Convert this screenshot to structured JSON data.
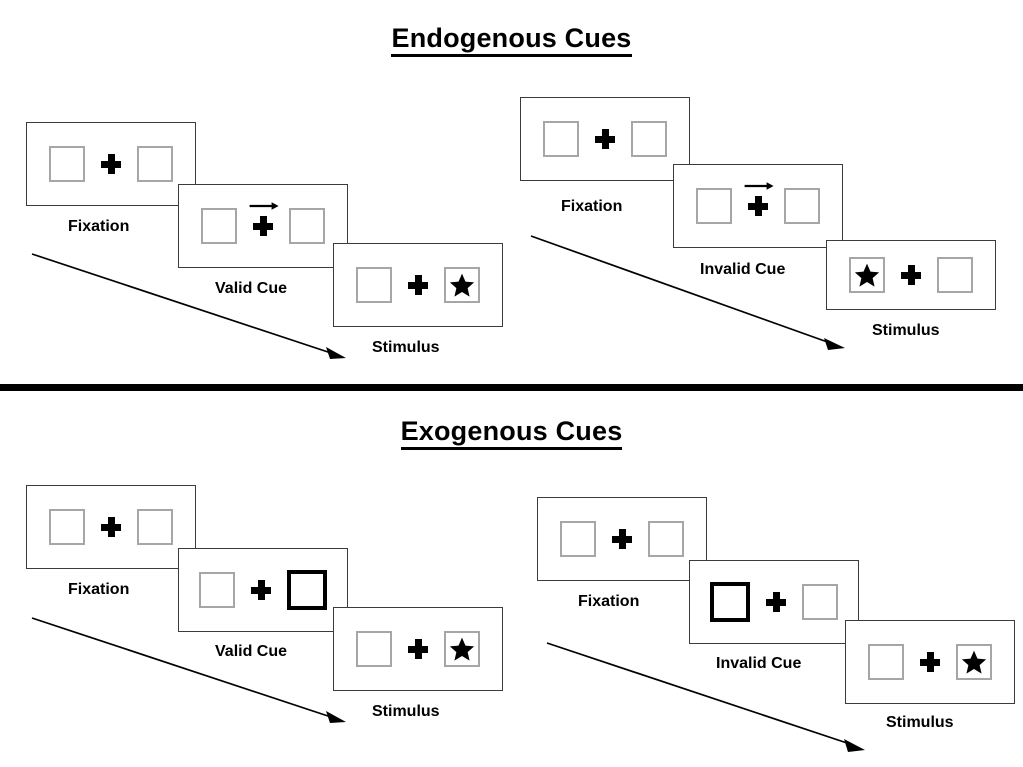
{
  "sections": [
    {
      "id": "endogenous",
      "title": "Endogenous Cues",
      "columns": [
        {
          "id": "endogenous-valid",
          "steps": [
            {
              "caption": "Fixation",
              "left_content": "empty",
              "right_content": "empty",
              "cue": "none",
              "cued_side": "none"
            },
            {
              "caption": "Valid Cue",
              "left_content": "empty",
              "right_content": "empty",
              "cue": "arrow-right",
              "cued_side": "none"
            },
            {
              "caption": "Stimulus",
              "left_content": "empty",
              "right_content": "star",
              "cue": "none",
              "cued_side": "none"
            }
          ]
        },
        {
          "id": "endogenous-invalid",
          "steps": [
            {
              "caption": "Fixation",
              "left_content": "empty",
              "right_content": "empty",
              "cue": "none",
              "cued_side": "none"
            },
            {
              "caption": "Invalid Cue",
              "left_content": "empty",
              "right_content": "empty",
              "cue": "arrow-right",
              "cued_side": "none"
            },
            {
              "caption": "Stimulus",
              "left_content": "star",
              "right_content": "empty",
              "cue": "none",
              "cued_side": "none"
            }
          ]
        }
      ]
    },
    {
      "id": "exogenous",
      "title": "Exogenous Cues",
      "columns": [
        {
          "id": "exogenous-valid",
          "steps": [
            {
              "caption": "Fixation",
              "left_content": "empty",
              "right_content": "empty",
              "cue": "none",
              "cued_side": "none"
            },
            {
              "caption": "Valid Cue",
              "left_content": "empty",
              "right_content": "empty",
              "cue": "box-highlight",
              "cued_side": "right"
            },
            {
              "caption": "Stimulus",
              "left_content": "empty",
              "right_content": "star",
              "cue": "none",
              "cued_side": "none"
            }
          ]
        },
        {
          "id": "exogenous-invalid",
          "steps": [
            {
              "caption": "Fixation",
              "left_content": "empty",
              "right_content": "empty",
              "cue": "none",
              "cued_side": "none"
            },
            {
              "caption": "Invalid Cue",
              "left_content": "empty",
              "right_content": "empty",
              "cue": "box-highlight",
              "cued_side": "left"
            },
            {
              "caption": "Stimulus",
              "left_content": "empty",
              "right_content": "star",
              "cue": "none",
              "cued_side": "none"
            }
          ]
        }
      ]
    }
  ],
  "colors": {
    "background": "#ffffff",
    "panel_border": "#3b3b3b",
    "box_border": "#a6a6a6",
    "cued_box_border": "#000000",
    "stimulus_fill": "#000000",
    "divider": "#000000",
    "text": "#000000"
  },
  "icons": {
    "fixation_cross": "plus-icon",
    "cue_arrow": "arrow-right-icon",
    "target": "star-icon",
    "flow": "diagonal-arrow-icon"
  }
}
